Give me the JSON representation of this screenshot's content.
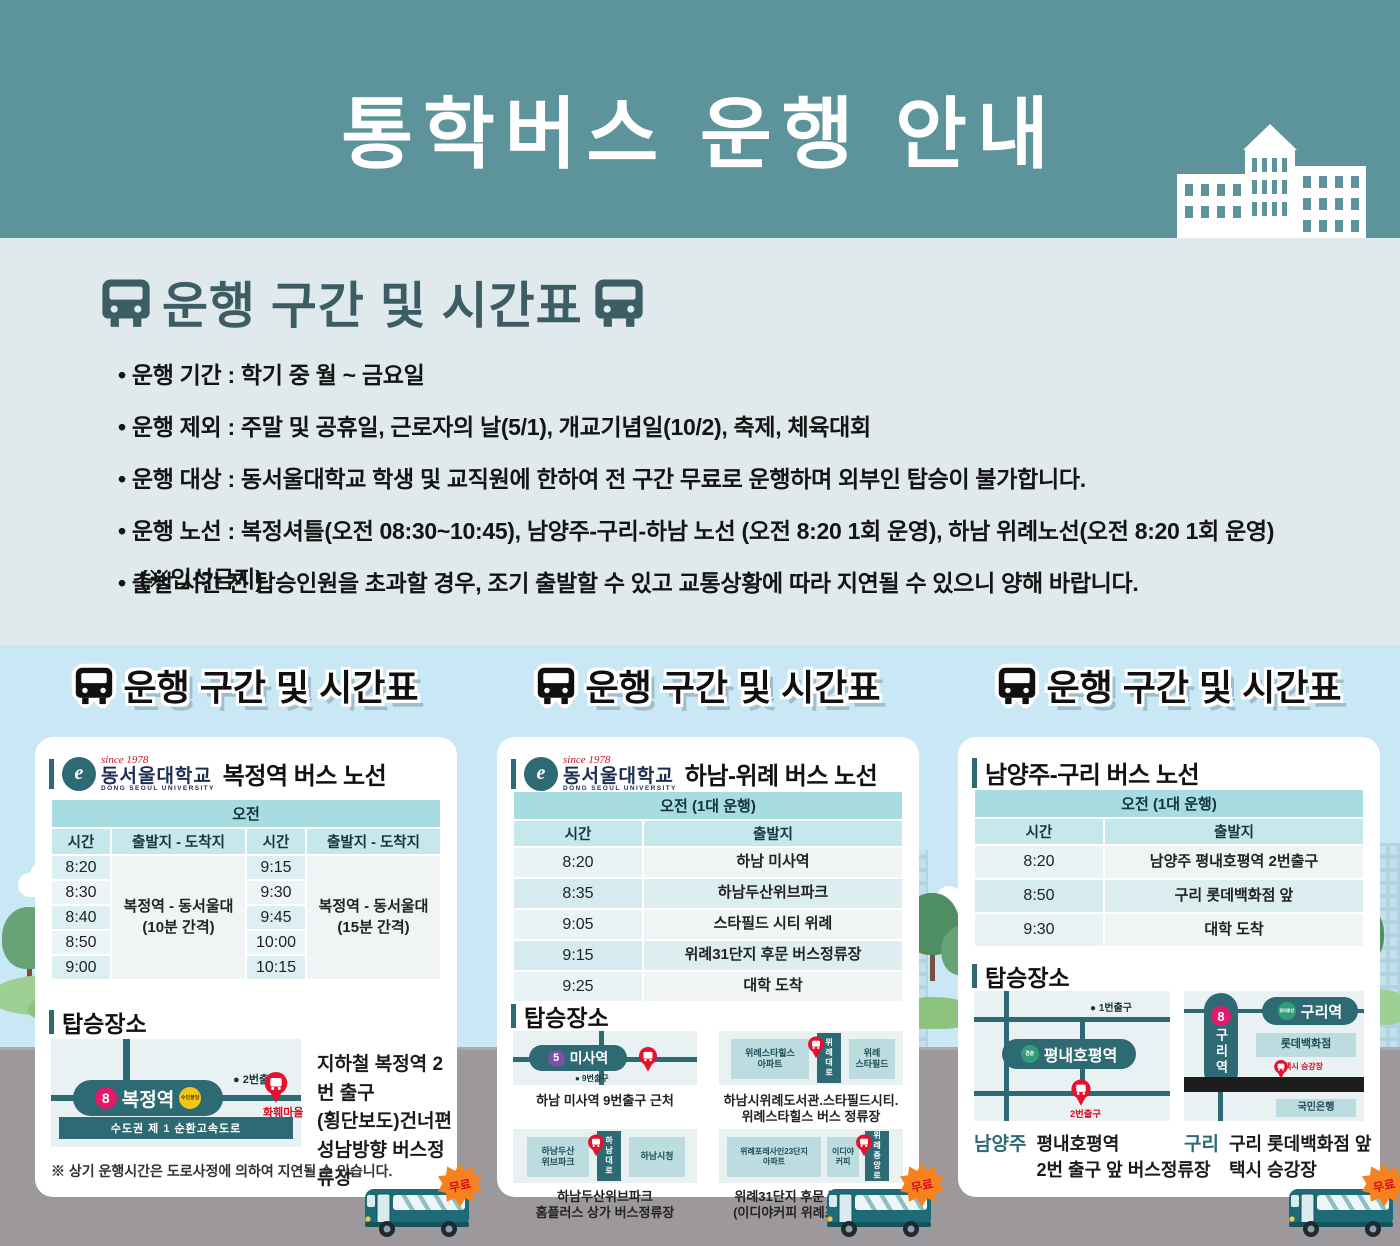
{
  "colors": {
    "header_teal": "#5d949b",
    "accent_teal": "#2e6a74",
    "panel_blue": "#c9e7f4",
    "info_bg": "#e0e9ec",
    "table_header_teal": "#a7dce1",
    "pin_red": "#e8112d",
    "line8_pink": "#e6186c",
    "line5_purple": "#7b52a0",
    "suinbundang_yellow": "#f3c517",
    "line_green": "#2f9e76",
    "road_gray": "#9c989b",
    "free_orange": "#f5821f"
  },
  "header": {
    "title": "통학버스 운행 안내"
  },
  "info": {
    "heading": "운행 구간 및 시간표",
    "bullets": [
      "운행 기간 : 학기 중 월 ~ 금요일",
      "운행 제외 : 주말 및 공휴일, 근로자의 날(5/1), 개교기념일(10/2), 축제, 체육대회",
      "운행 대상 : 동서울대학교 학생 및 교직원에 한하여 전 구간 무료로 운행하며 외부인 탑승이 불가합니다.",
      "운행 노선 : 복정셔틀(오전 08:30~10:45), 남양주-구리-하남 노선 (오전 8:20 1회 운영), 하남 위례노선(오전 8:20 1회 운영)",
      "출발 시간 전 탑승인원을 초과할 경우, 조기 출발할 수 있고 교통상황에 따라 지연될 수 있으니 양해 바랍니다."
    ],
    "note": "(※입석금지)"
  },
  "badge_label": "운행 구간 및 시간표",
  "logo": {
    "since": "since 1978",
    "kr": "동서울대학교",
    "en": "DONG SEOUL UNIVERSITY",
    "mark": "e"
  },
  "free_badge": "무료",
  "card1": {
    "title": "복정역 버스 노선",
    "table": {
      "period": "오전",
      "col_time": "시간",
      "col_route": "출발지 - 도착지",
      "left_times": [
        "8:20",
        "8:30",
        "8:40",
        "8:50",
        "9:00"
      ],
      "left_route": "복정역 - 동서울대\n(10분 간격)",
      "right_times": [
        "9:15",
        "9:30",
        "9:45",
        "10:00",
        "10:15"
      ],
      "right_route": "복정역 - 동서울대\n(15분 간격)"
    },
    "boarding": {
      "heading": "탑승장소",
      "map": {
        "line_num": "8",
        "line_name": "수인분당",
        "station": "복정역",
        "exit": "● 2번출구",
        "pin_label": "화훼마을",
        "expressway": "수도권 제 1 순환고속도로"
      },
      "description": "지하철 복정역 2번 출구\n(횡단보도)건너편\n성남방향 버스정류장",
      "note": "※ 상기 운행시간은 도로사정에 의하여 지연될 수 있습니다."
    }
  },
  "card2": {
    "title": "하남-위례 버스 노선",
    "table": {
      "period": "오전 (1대 운행)",
      "col_time": "시간",
      "col_from": "출발지",
      "rows": [
        {
          "time": "8:20",
          "from": "하남 미사역"
        },
        {
          "time": "8:35",
          "from": "하남두산위브파크"
        },
        {
          "time": "9:05",
          "from": "스타필드 시티 위례"
        },
        {
          "time": "9:15",
          "from": "위례31단지 후문 버스정류장"
        },
        {
          "time": "9:25",
          "from": "대학 도착"
        }
      ]
    },
    "boarding": {
      "heading": "탑승장소",
      "map_misa": {
        "line_num": "5",
        "station": "미사역",
        "exit": "● 9번출구",
        "caption": "하남 미사역 9번출구 근처"
      },
      "map_wirye": {
        "block1": "위례스타힐스\n아파트",
        "road": "위례대로",
        "block2": "위례\n스타필드",
        "caption": "하남시위례도서관.스타필드시티.\n위례스타힐스 버스 정류장"
      },
      "map_hanam": {
        "block1": "하남두산\n위브파크",
        "road": "하남대로",
        "block2": "하남시청",
        "caption": "하남두산위브파크\n홈플러스 상가 버스정류장"
      },
      "map_wirye31": {
        "block1": "위례포레사인23단지\n아파트",
        "block2": "이디야\n커피",
        "road": "위례중앙로",
        "caption": "위례31단지 후문 버스정류장\n(이디야커피 위례포레사인점)"
      }
    }
  },
  "card3": {
    "title": "남양주-구리 버스 노선",
    "table": {
      "period": "오전 (1대 운행)",
      "col_time": "시간",
      "col_from": "출발지",
      "rows": [
        {
          "time": "8:20",
          "from": "남양주 평내호평역 2번출구"
        },
        {
          "time": "8:50",
          "from": "구리 롯데백화점 앞"
        },
        {
          "time": "9:30",
          "from": "대학 도착"
        }
      ]
    },
    "boarding": {
      "heading": "탑승장소",
      "map_pyeongnae": {
        "exit_top": "● 1번출구",
        "line_name": "경춘",
        "station": "평내호평역",
        "pin_label": "2번출구",
        "city": "남양주",
        "caption": "평내호평역\n2번 출구 앞 버스정류장"
      },
      "map_guri": {
        "line_num": "8",
        "station_vertical": "구리역",
        "line_name": "경의중앙",
        "station": "구리역",
        "dept_store": "롯데백화점",
        "pin_label": "택시 승강장",
        "bank": "국민은행",
        "city": "구리",
        "caption": "구리 롯데백화점 앞\n택시 승강장"
      }
    }
  }
}
